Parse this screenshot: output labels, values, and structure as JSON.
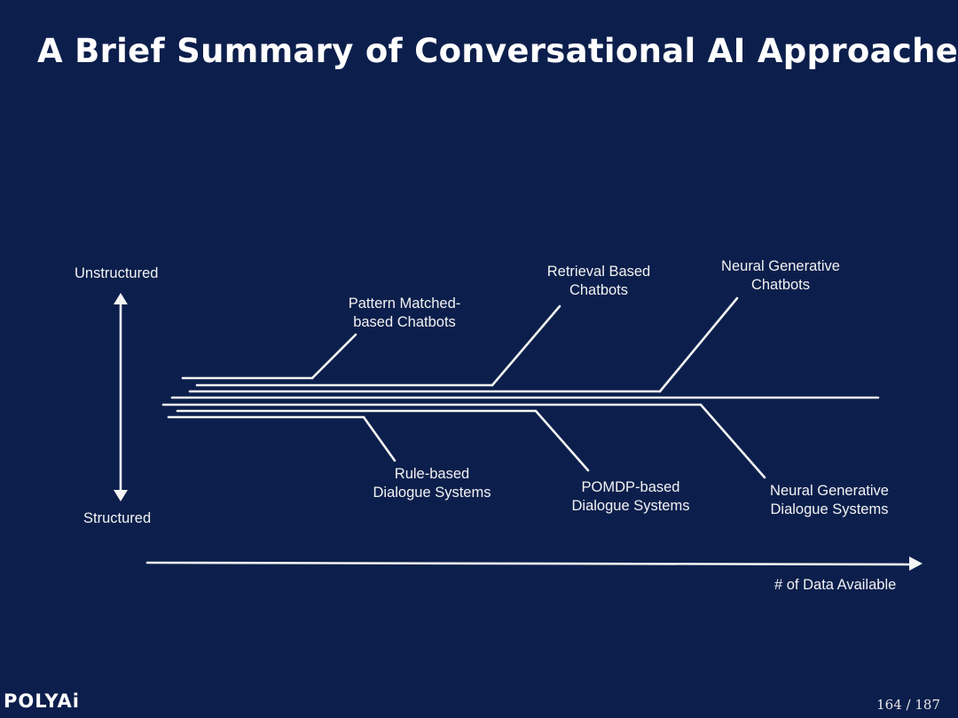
{
  "slide": {
    "title": "A Brief Summary of Conversational AI Approaches",
    "page": "164 / 187",
    "logo": "POLYAi"
  },
  "axes": {
    "y_top": "Unstructured",
    "y_bottom": "Structured",
    "x": "# of Data Available"
  },
  "branches_top": [
    "Pattern Matched-\nbased Chatbots",
    "Retrieval Based\nChatbots",
    "Neural Generative\nChatbots"
  ],
  "branches_bottom": [
    "Rule-based\nDialogue Systems",
    "POMDP-based\nDialogue Systems",
    "Neural Generative\nDialogue Systems"
  ],
  "colors": {
    "background": "#0c1f4c",
    "ink": "#ffffff"
  }
}
